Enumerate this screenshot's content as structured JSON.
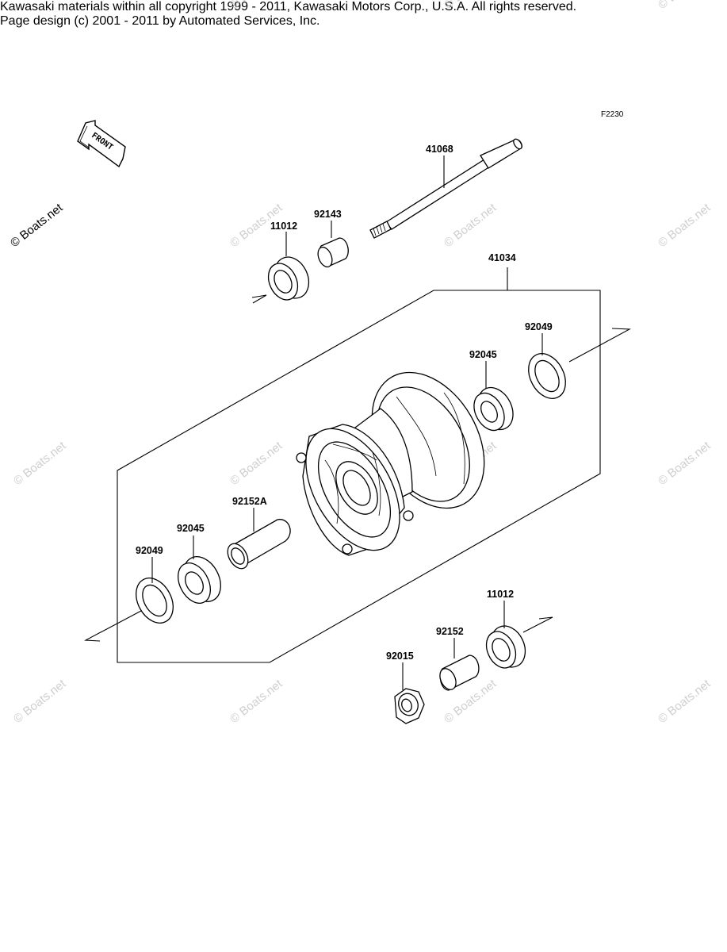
{
  "figure_code": "F2230",
  "front_indicator": "FRONT",
  "watermark": "© Boats.net",
  "parts": [
    {
      "id": "41068"
    },
    {
      "id": "92143"
    },
    {
      "id": "11012"
    },
    {
      "id": "41034"
    },
    {
      "id": "92049"
    },
    {
      "id": "92045"
    },
    {
      "id": "92152A"
    },
    {
      "id": "92045"
    },
    {
      "id": "92049"
    },
    {
      "id": "11012"
    },
    {
      "id": "92152"
    },
    {
      "id": "92015"
    }
  ],
  "footer": {
    "line1": "Kawasaki materials within all copyright 1999 - 2011, Kawasaki Motors Corp., U.S.A. All rights reserved.",
    "line2": "Page design (c) 2001 - 2011 by Automated Services, Inc."
  }
}
